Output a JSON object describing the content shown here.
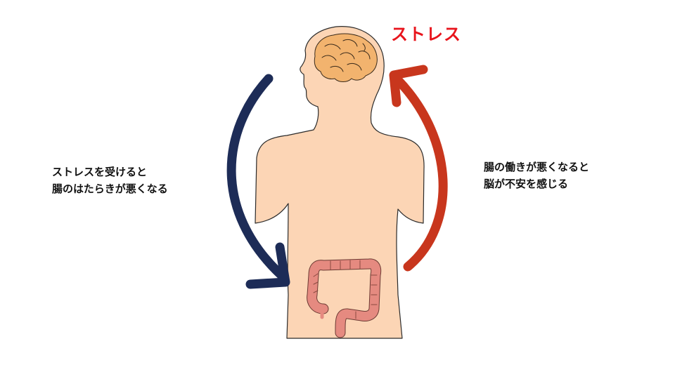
{
  "title": {
    "text": "ストレス",
    "color": "#e8141c"
  },
  "left_caption": {
    "line1": "ストレスを受けると",
    "line2": "腸のはたらきが悪くなる"
  },
  "right_caption": {
    "line1": "腸の働きが悪くなると",
    "line2": "脳が不安を感じる"
  },
  "colors": {
    "skin": "#fcd5b5",
    "outline": "#2b2b2b",
    "brain": "#f2b36e",
    "intestine": "#e58a80",
    "arrow_down": "#1d2c57",
    "arrow_up": "#c8361d"
  },
  "icons": {
    "figure": "human-torso-icon",
    "brain": "brain-icon",
    "intestine": "intestine-icon",
    "arrow_left": "curved-down-arrow-icon",
    "arrow_right": "curved-up-arrow-icon"
  }
}
